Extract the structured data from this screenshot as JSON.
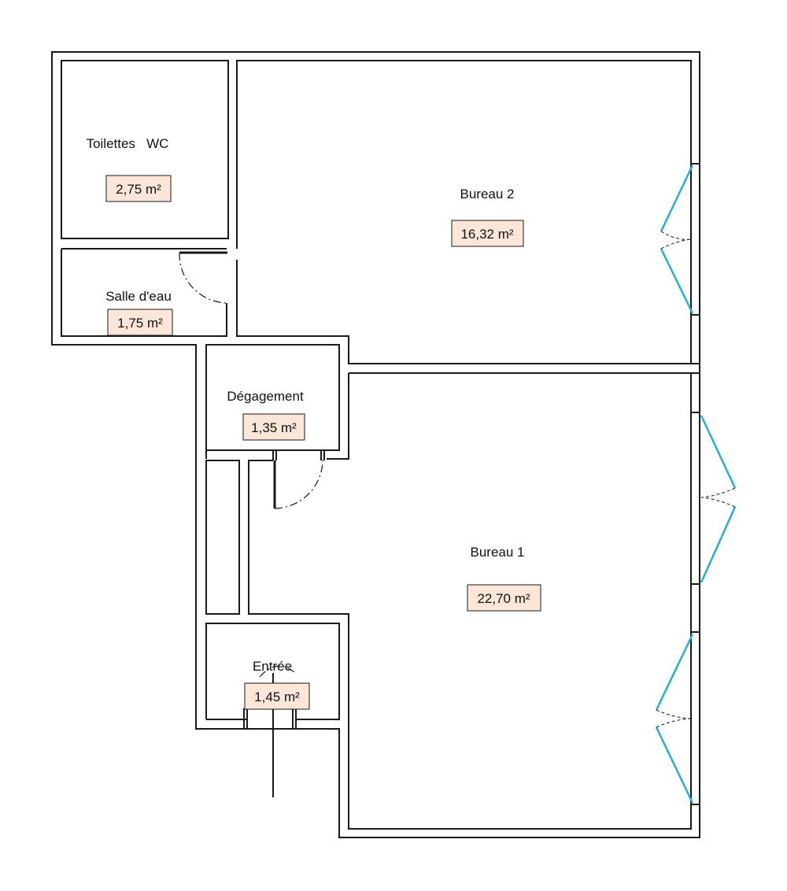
{
  "colors": {
    "wall": "#1a1a1a",
    "area_badge_fill": "#fbe6d8",
    "window": "#1eaee8",
    "background": "#ffffff"
  },
  "rooms": {
    "toilettes": {
      "label": "Toilettes   WC",
      "area": "2,75 m²"
    },
    "salle_eau": {
      "label": "Salle d'eau",
      "area": "1,75 m²"
    },
    "bureau2": {
      "label": "Bureau 2",
      "area": "16,32 m²"
    },
    "degagement": {
      "label": "Dégagement",
      "area": "1,35 m²"
    },
    "bureau1": {
      "label": "Bureau 1",
      "area": "22,70 m²"
    },
    "entree": {
      "label": "Entrée",
      "area": "1,45 m²"
    }
  }
}
